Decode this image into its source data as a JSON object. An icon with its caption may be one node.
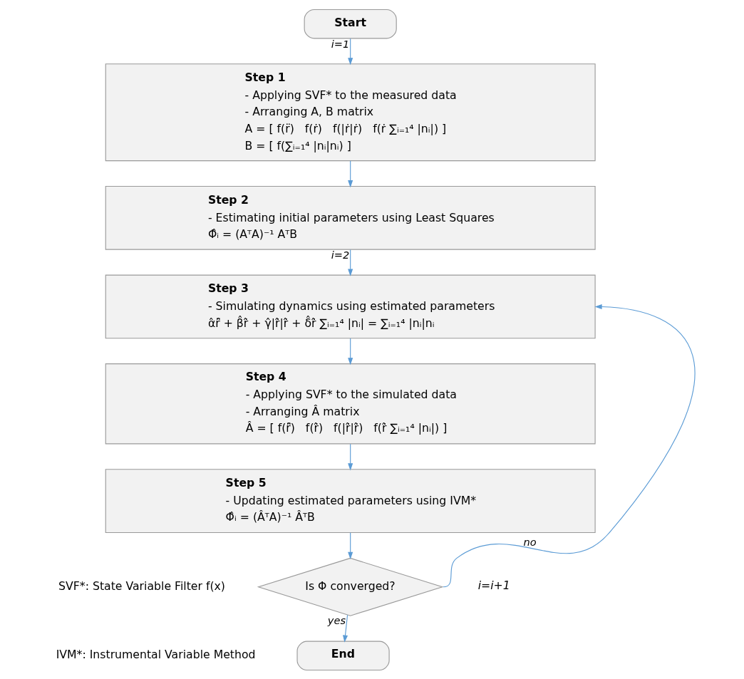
{
  "diagram": {
    "nodes": [
      {
        "text": [
          "Start"
        ]
      },
      {
        "text": [
          "Step 1",
          "- Applying SVF* to the measured data",
          "- Arranging A, B matrix",
          "A = [ f(r̈)   f(ṙ)   f(|ṙ|ṙ)   f(ṙ ∑ᵢ₌₁⁴ |nᵢ|) ]",
          "B = [ f(∑ᵢ₌₁⁴ |nᵢ|nᵢ) ]"
        ]
      },
      {
        "text": [
          "Step 2",
          "- Estimating initial parameters using Least Squares",
          "Φ̂ᵢ = (AᵀA)⁻¹ AᵀB"
        ]
      },
      {
        "text": [
          "Step 3",
          "- Simulating dynamics using estimated parameters",
          "α̂r̈̂ + β̂ṙ̂ + γ̂|ṙ̂|ṙ̂ + δ̂ṙ̂ ∑ᵢ₌₁⁴ |nᵢ| = ∑ᵢ₌₁⁴ |nᵢ|nᵢ"
        ]
      },
      {
        "text": [
          "Step 4",
          "- Applying SVF* to the simulated data",
          "- Arranging Â matrix",
          "Â = [ f(r̈̂)   f(ṙ̂)   f(|ṙ̂|ṙ̂)   f(ṙ̂ ∑ᵢ₌₁⁴ |nᵢ|) ]"
        ]
      },
      {
        "text": [
          "Step 5",
          "- Updating estimated parameters using IVM*",
          "Φ̂ᵢ = (ÂᵀA)⁻¹ ÂᵀB"
        ]
      },
      {
        "text": [
          "Is Φ converged?"
        ]
      },
      {
        "text": [
          "End"
        ]
      }
    ],
    "edges": [
      {
        "from": 0,
        "to": 1,
        "arrow": "to",
        "label": "i=1"
      },
      {
        "from": 1,
        "to": 2,
        "arrow": "to"
      },
      {
        "from": 2,
        "to": 3,
        "arrow": "to",
        "label": "i=2"
      },
      {
        "from": 3,
        "to": 4,
        "arrow": "to"
      },
      {
        "from": 4,
        "to": 5,
        "arrow": "to"
      },
      {
        "from": 5,
        "to": 6,
        "arrow": "to"
      },
      {
        "from": 6,
        "to": 3,
        "arrow": "to",
        "label": "no"
      },
      {
        "from": 6,
        "to": 7,
        "arrow": "to",
        "label": "yes"
      }
    ],
    "labels": [
      "i=i+1",
      "SVF*: State Variable Filter f(x)",
      "IVM*: Instrumental Variable Method"
    ]
  }
}
